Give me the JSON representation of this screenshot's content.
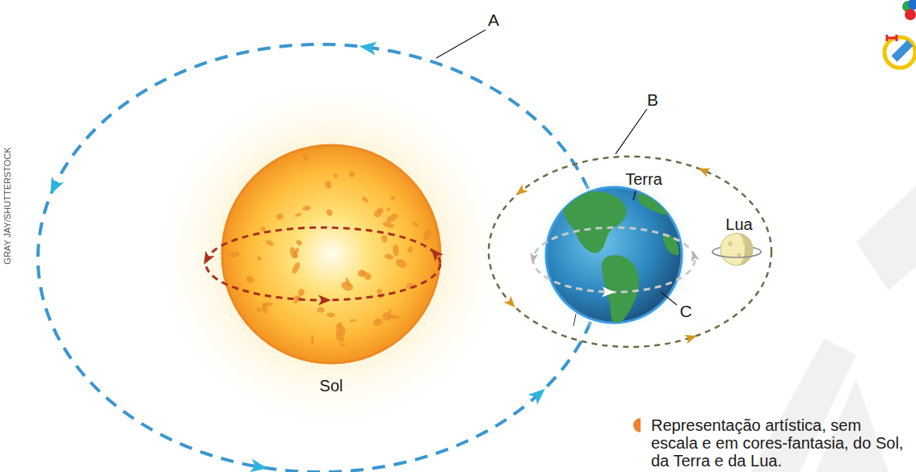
{
  "diagram": {
    "caption": "Representação artística, sem escala e em cores-fantasia, do Sol, da Terra e da Lua.",
    "labels": [
      "GRAY JAY/SHUTTERSTOCK",
      "A",
      "B",
      "Terra",
      "Lua",
      "C",
      "Sol"
    ]
  }
}
